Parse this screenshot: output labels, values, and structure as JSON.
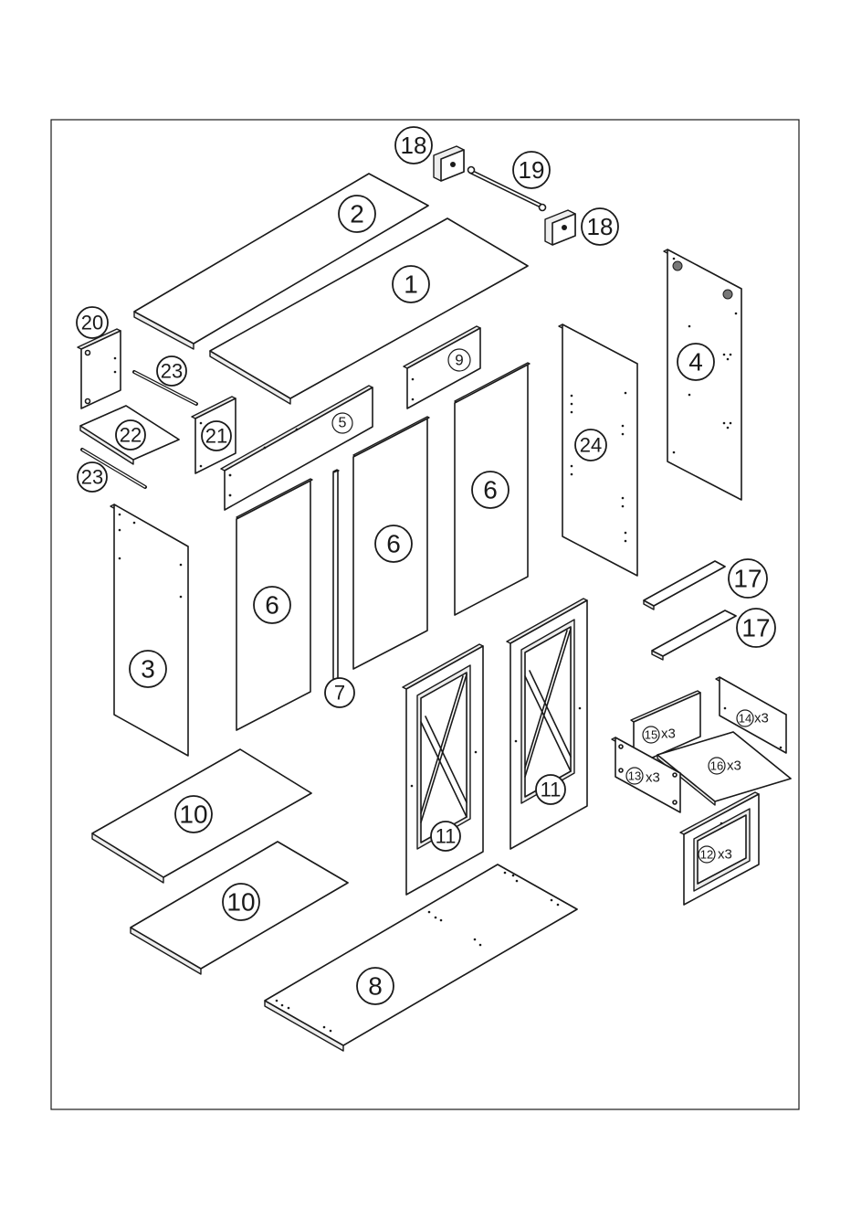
{
  "parts": [
    {
      "id": "1",
      "label": "1"
    },
    {
      "id": "2",
      "label": "2"
    },
    {
      "id": "3",
      "label": "3"
    },
    {
      "id": "4",
      "label": "4"
    },
    {
      "id": "5",
      "label": "5"
    },
    {
      "id": "6a",
      "label": "6"
    },
    {
      "id": "6b",
      "label": "6"
    },
    {
      "id": "6c",
      "label": "6"
    },
    {
      "id": "7",
      "label": "7"
    },
    {
      "id": "8",
      "label": "8"
    },
    {
      "id": "9",
      "label": "9"
    },
    {
      "id": "10a",
      "label": "10"
    },
    {
      "id": "10b",
      "label": "10"
    },
    {
      "id": "11a",
      "label": "11"
    },
    {
      "id": "11b",
      "label": "11"
    },
    {
      "id": "12",
      "label": "12",
      "qty": "x3"
    },
    {
      "id": "13",
      "label": "13",
      "qty": "x3"
    },
    {
      "id": "14",
      "label": "14",
      "qty": "x3"
    },
    {
      "id": "15",
      "label": "15",
      "qty": "x3"
    },
    {
      "id": "16",
      "label": "16",
      "qty": "x3"
    },
    {
      "id": "17a",
      "label": "17"
    },
    {
      "id": "17b",
      "label": "17"
    },
    {
      "id": "18a",
      "label": "18"
    },
    {
      "id": "18b",
      "label": "18"
    },
    {
      "id": "19",
      "label": "19"
    },
    {
      "id": "20",
      "label": "20"
    },
    {
      "id": "21",
      "label": "21"
    },
    {
      "id": "22",
      "label": "22"
    },
    {
      "id": "23a",
      "label": "23"
    },
    {
      "id": "23b",
      "label": "23"
    },
    {
      "id": "24",
      "label": "24"
    }
  ]
}
